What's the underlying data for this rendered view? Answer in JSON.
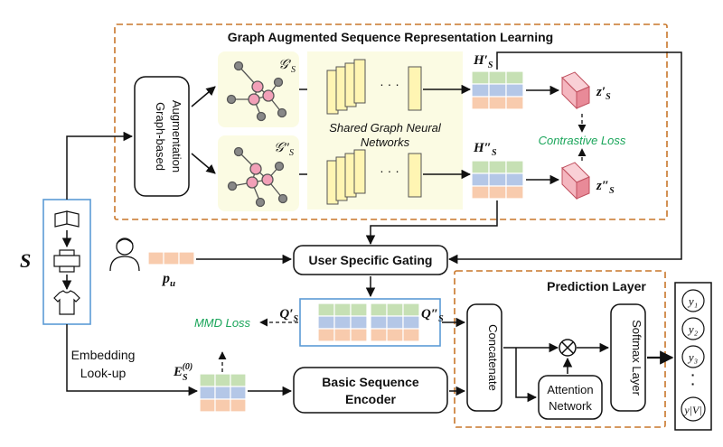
{
  "colors": {
    "dashed_border": "#c8762a",
    "blue_border": "#5b9bd5",
    "green_text": "#1aa55a",
    "row_green": "#c6e0b4",
    "row_blue": "#b4c7e7",
    "row_orange": "#f8cbad",
    "gnn_bg": "#fbfbe3",
    "gnn_card": "#fff5b3",
    "node_pink": "#f2a0b8",
    "node_gray": "#888888",
    "z_pink": "#f4b6bf"
  },
  "top_section": {
    "title": "Graph Augmented Sequence Representation Learning",
    "augmentation_line1": "Graph-based",
    "augmentation_line2": "Augmentation",
    "graph_top_label": "𝒢′",
    "graph_bottom_label": "𝒢″",
    "graph_sub": "S",
    "gnn_line1": "Shared Graph Neural",
    "gnn_line2": "Networks",
    "ellipsis": "· · ·",
    "h_top_label": "H′",
    "h_bottom_label": "H″",
    "h_sub": "S",
    "z_top_label": "z′",
    "z_bottom_label": "z″",
    "z_sub": "S",
    "contrastive_loss": "Contrastive Loss"
  },
  "left": {
    "sequence_label": "S",
    "user_label": "p",
    "user_sub": "u",
    "embedding_line1": "Embedding",
    "embedding_line2": "Look-up",
    "e_label": "E",
    "e_sub": "S",
    "e_sup": "(0)",
    "icons": [
      "book-icon",
      "printer-icon",
      "tshirt-icon"
    ]
  },
  "middle": {
    "gating_label": "User Specific Gating",
    "q_left_label": "Q′",
    "q_right_label": "Q″",
    "q_sub": "S",
    "mmd_loss": "MMD Loss",
    "encoder_line1": "Basic Sequence",
    "encoder_line2": "Encoder"
  },
  "prediction": {
    "title": "Prediction Layer",
    "concatenate": "Concatenate",
    "attention_line1": "Attention",
    "attention_line2": "Network",
    "softmax": "Softmax Layer",
    "outputs": [
      "y₁",
      "y₂",
      "y₃",
      "·",
      "·",
      "y|V|"
    ]
  }
}
